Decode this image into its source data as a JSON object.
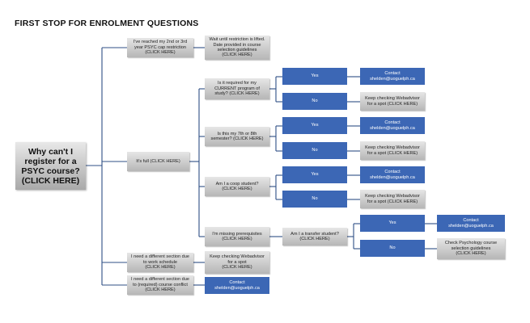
{
  "title": "FIRST STOP FOR ENROLMENT QUESTIONS",
  "colors": {
    "connector": "#2f4f86",
    "blue_box": "#3c67b5"
  },
  "nodes": {
    "root": "Why can't I\nregister for a\nPSYC course?\n(CLICK HERE)",
    "cap_restriction": "I've reached my 2nd or 3rd\nyear PSYC cap restriction\n(CLICK HERE)",
    "wait_restriction": "Wait until restriction is lifted.\nDate provided in course\nselection guidelines\n(CLICK HERE)",
    "full": "It's full (CLICK HERE)",
    "q_program": "Is it required for my\nCURRENT program of\nstudy? (CLICK HERE)",
    "q_program_yes": "Yes",
    "q_program_yes_result": "Contact\nshelden@uoguelph.ca",
    "q_program_no": "No",
    "q_program_no_result": "Keep checking Webadvisor\nfor a spot (CLICK HERE)",
    "q_semester": "Is this my 7th or 8th\nsemester? (CLICK HERE)",
    "q_semester_yes": "Yes",
    "q_semester_yes_result": "Contact\nshelden@uoguelph.ca",
    "q_semester_no": "No",
    "q_semester_no_result": "Keep checking Webadvisor\nfor a spot (CLICK HERE)",
    "q_coop": "Am I a coop student?\n(CLICK HERE)",
    "q_coop_yes": "Yes",
    "q_coop_yes_result": "Contact\nshelden@uoguelph.ca",
    "q_coop_no": "No",
    "q_coop_no_result": "Keep checking Webadvisor\nfor a spot (CLICK HERE)",
    "prereq": "I'm missing prerequisites\n(CLICK HERE)",
    "q_transfer": "Am I a transfer student?\n(CLICK HERE)",
    "q_transfer_yes": "Yes",
    "q_transfer_yes_result": "Contact\nshelden@uoguelph.ca",
    "q_transfer_no": "No",
    "q_transfer_no_result": "Check Psychology course\nselection guidelines\n(CLICK HERE)",
    "work_schedule": "I need a different section due\nto work schedule\n(CLICK HERE)",
    "work_schedule_result": "Keep checking Webadvisor\nfor a spot\n(CLICK HERE)",
    "course_conflict": "I need a different section due\nto (required) course conflict\n(CLICK HERE)",
    "course_conflict_result": "Contact\nshelden@uoguelph.ca"
  }
}
